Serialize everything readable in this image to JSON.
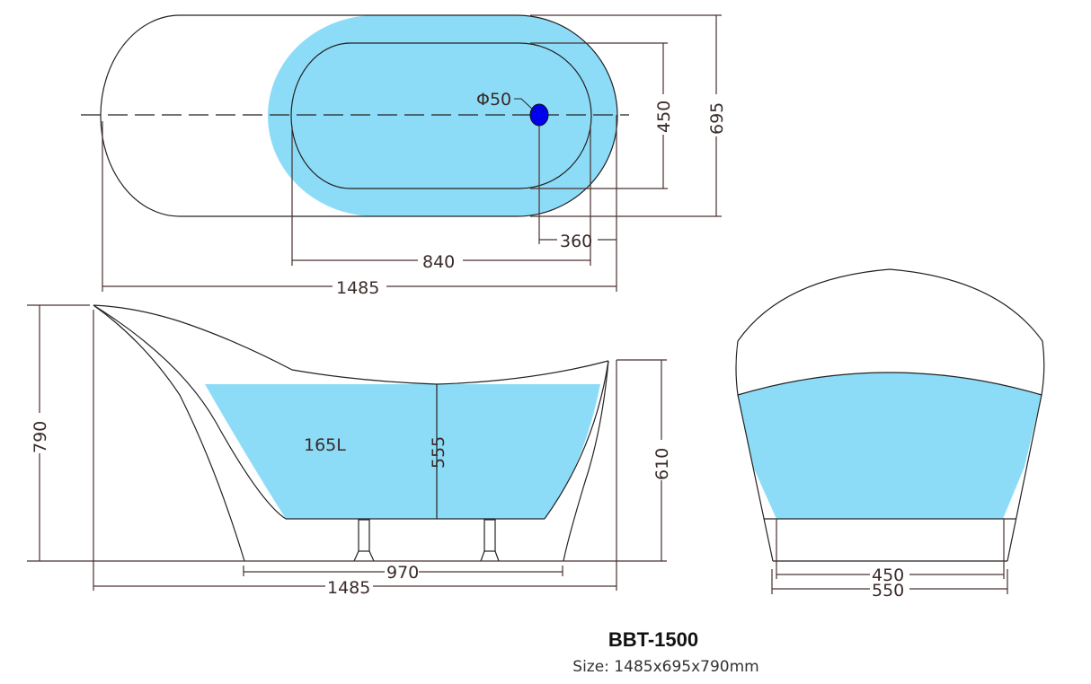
{
  "product": {
    "model": "BBT-1500",
    "size_label": "Size: 1485x695x790mm"
  },
  "colors": {
    "water": "#8ddcf7",
    "drain": "#0000ee",
    "outline": "#222222",
    "dimension": "#4a3030"
  },
  "top_view": {
    "drain_label": "Φ50",
    "dims": {
      "overall_length": "1485",
      "inner_length": "840",
      "drain_offset": "360",
      "inner_width": "450",
      "overall_width": "695"
    }
  },
  "side_view": {
    "volume": "165L",
    "dims": {
      "overall_height": "790",
      "rim_height": "610",
      "water_depth": "555",
      "feet_span": "970",
      "overall_length": "1485"
    }
  },
  "end_view": {
    "dims": {
      "inner_base": "450",
      "outer_base": "550"
    }
  }
}
